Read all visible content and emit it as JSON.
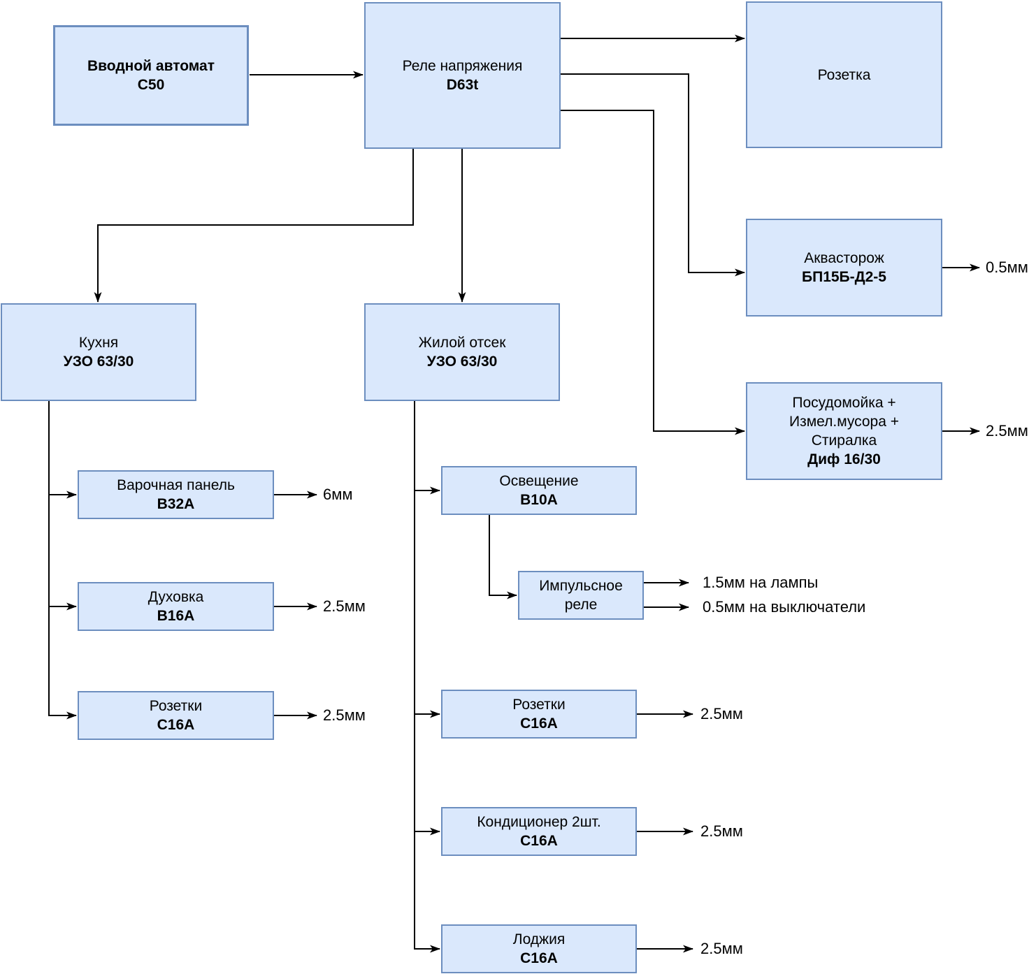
{
  "colors": {
    "node_fill": "#dae8fc",
    "node_border": "#6c8ebf",
    "wire": "#000000"
  },
  "nodes": {
    "main_breaker": {
      "l1": "Вводной автомат",
      "l2": "C50"
    },
    "voltage_relay": {
      "l1": "Реле напряжения",
      "l2": "D63t"
    },
    "socket": {
      "l1": "Розетка"
    },
    "aquaguard": {
      "l1": "Аквасторож",
      "l2": "БП15Б-Д2-5"
    },
    "dishwasher": {
      "l1": "Посудомойка +",
      "l2": "Измел.мусора +",
      "l3": "Стиралка",
      "l4": "Диф 16/30"
    },
    "kitchen": {
      "l1": "Кухня",
      "l2": "УЗО 63/30"
    },
    "living": {
      "l1": "Жилой отсек",
      "l2": "УЗО 63/30"
    },
    "hob": {
      "l1": "Варочная панель",
      "l2": "B32A"
    },
    "oven": {
      "l1": "Духовка",
      "l2": "B16A"
    },
    "kitchen_sockets": {
      "l1": "Розетки",
      "l2": "C16A"
    },
    "lighting": {
      "l1": "Освещение",
      "l2": "B10A"
    },
    "impulse_relay": {
      "l1": "Импульсное",
      "l2": "реле"
    },
    "living_sockets": {
      "l1": "Розетки",
      "l2": "C16A"
    },
    "aircon": {
      "l1": "Кондиционер 2шт.",
      "l2": "C16A"
    },
    "loggia": {
      "l1": "Лоджия",
      "l2": "C16A"
    }
  },
  "wire_labels": {
    "hob": "6мм",
    "oven": "2.5мм",
    "kitchen_sockets": "2.5мм",
    "aquaguard": "0.5мм",
    "dishwasher": "2.5мм",
    "impulse_lamps": "1.5мм на лампы",
    "impulse_switches": "0.5мм на выключатели",
    "living_sockets": "2.5мм",
    "aircon": "2.5мм",
    "loggia": "2.5мм"
  }
}
